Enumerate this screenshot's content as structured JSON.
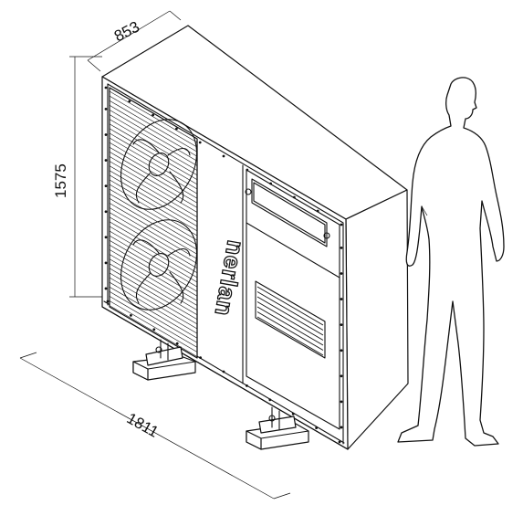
{
  "dimensions": {
    "depth": "853",
    "height": "1575",
    "width": "1811"
  },
  "brand": {
    "logo_text": "nerlan"
  },
  "colors": {
    "line": "#111111",
    "background": "#ffffff",
    "human_silhouette": "#ffffff"
  },
  "icons": {
    "fan": "fan-icon",
    "human": "human-silhouette"
  }
}
